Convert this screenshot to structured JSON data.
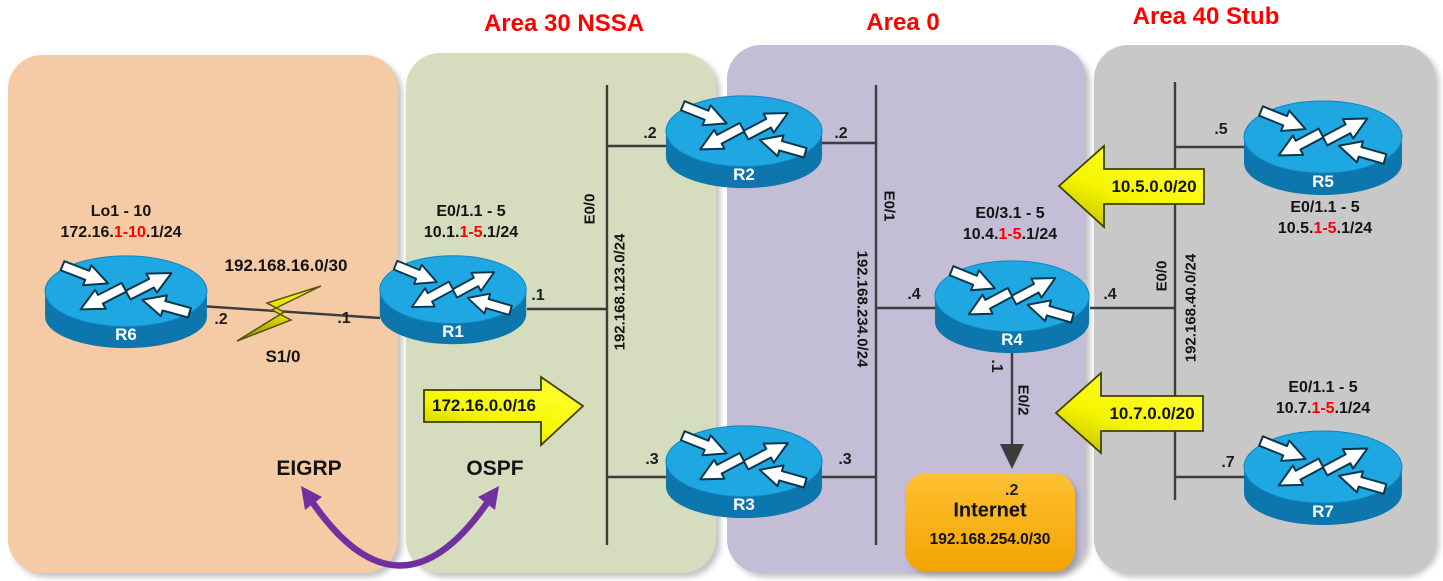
{
  "titles": {
    "area30": "Area 30 NSSA",
    "area0": "Area 0",
    "area40": "Area 40 Stub"
  },
  "protocols": {
    "eigrp": "EIGRP",
    "ospf": "OSPF"
  },
  "routers": {
    "r1": "R1",
    "r2": "R2",
    "r3": "R3",
    "r4": "R4",
    "r5": "R5",
    "r6": "R6",
    "r7": "R7"
  },
  "node_labels": {
    "r6": {
      "line1": "Lo1 - 10",
      "prefix": "172.16.",
      "range": "1-10",
      "suffix": ".1/24"
    },
    "r1": {
      "line1": "E0/1.1 - 5",
      "prefix": "10.1.",
      "range": "1-5",
      "suffix": ".1/24"
    },
    "r4": {
      "line1": "E0/3.1 - 5",
      "prefix": "10.4.",
      "range": "1-5",
      "suffix": ".1/24"
    },
    "r5": {
      "line1": "E0/1.1 - 5",
      "prefix": "10.5.",
      "range": "1-5",
      "suffix": ".1/24"
    },
    "r7": {
      "line1": "E0/1.1 - 5",
      "prefix": "10.7.",
      "range": "1-5",
      "suffix": ".1/24"
    }
  },
  "links": {
    "serial": {
      "network": "192.168.16.0/30",
      "interface": "S1/0",
      "r6_dot": ".2",
      "r1_dot": ".1"
    },
    "area30_lan": {
      "interface": "E0/0",
      "network": "192.168.123.0/24",
      "r1_dot": ".1",
      "r2_dot": ".2",
      "r3_dot": ".3"
    },
    "area0_lan": {
      "interface": "E0/1",
      "network": "192.168.234.0/24",
      "r2_dot": ".2",
      "r3_dot": ".3",
      "r4_dot": ".4"
    },
    "area40_lan": {
      "interface": "E0/0",
      "network": "192.168.40.0/24",
      "r4_dot": ".4",
      "r5_dot": ".5",
      "r7_dot": ".7"
    },
    "internet_link": {
      "interface": "E0/2",
      "r4_dot": ".1",
      "internet_dot": ".2"
    }
  },
  "summaries": {
    "nssa_external": "172.16.0.0/16",
    "area40_r5": "10.5.0.0/20",
    "area40_r7": "10.7.0.0/20"
  },
  "internet": {
    "label": "Internet",
    "network": "192.168.254.0/30"
  },
  "colors": {
    "region_eigrp": "#F5CBA6",
    "region_area30": "#D6DDBF",
    "region_area0": "#C4BDD6",
    "region_area40": "#C9C8C8",
    "title_red": "#FF0000",
    "router_top": "#1EA7E1",
    "router_body": "#0C76AD",
    "summary_arrow_yellow": "#F2F200",
    "internet_orange": "#F2A300",
    "redistribution_arrow_purple": "#7030A0",
    "highlight_red": "#FF0000"
  }
}
